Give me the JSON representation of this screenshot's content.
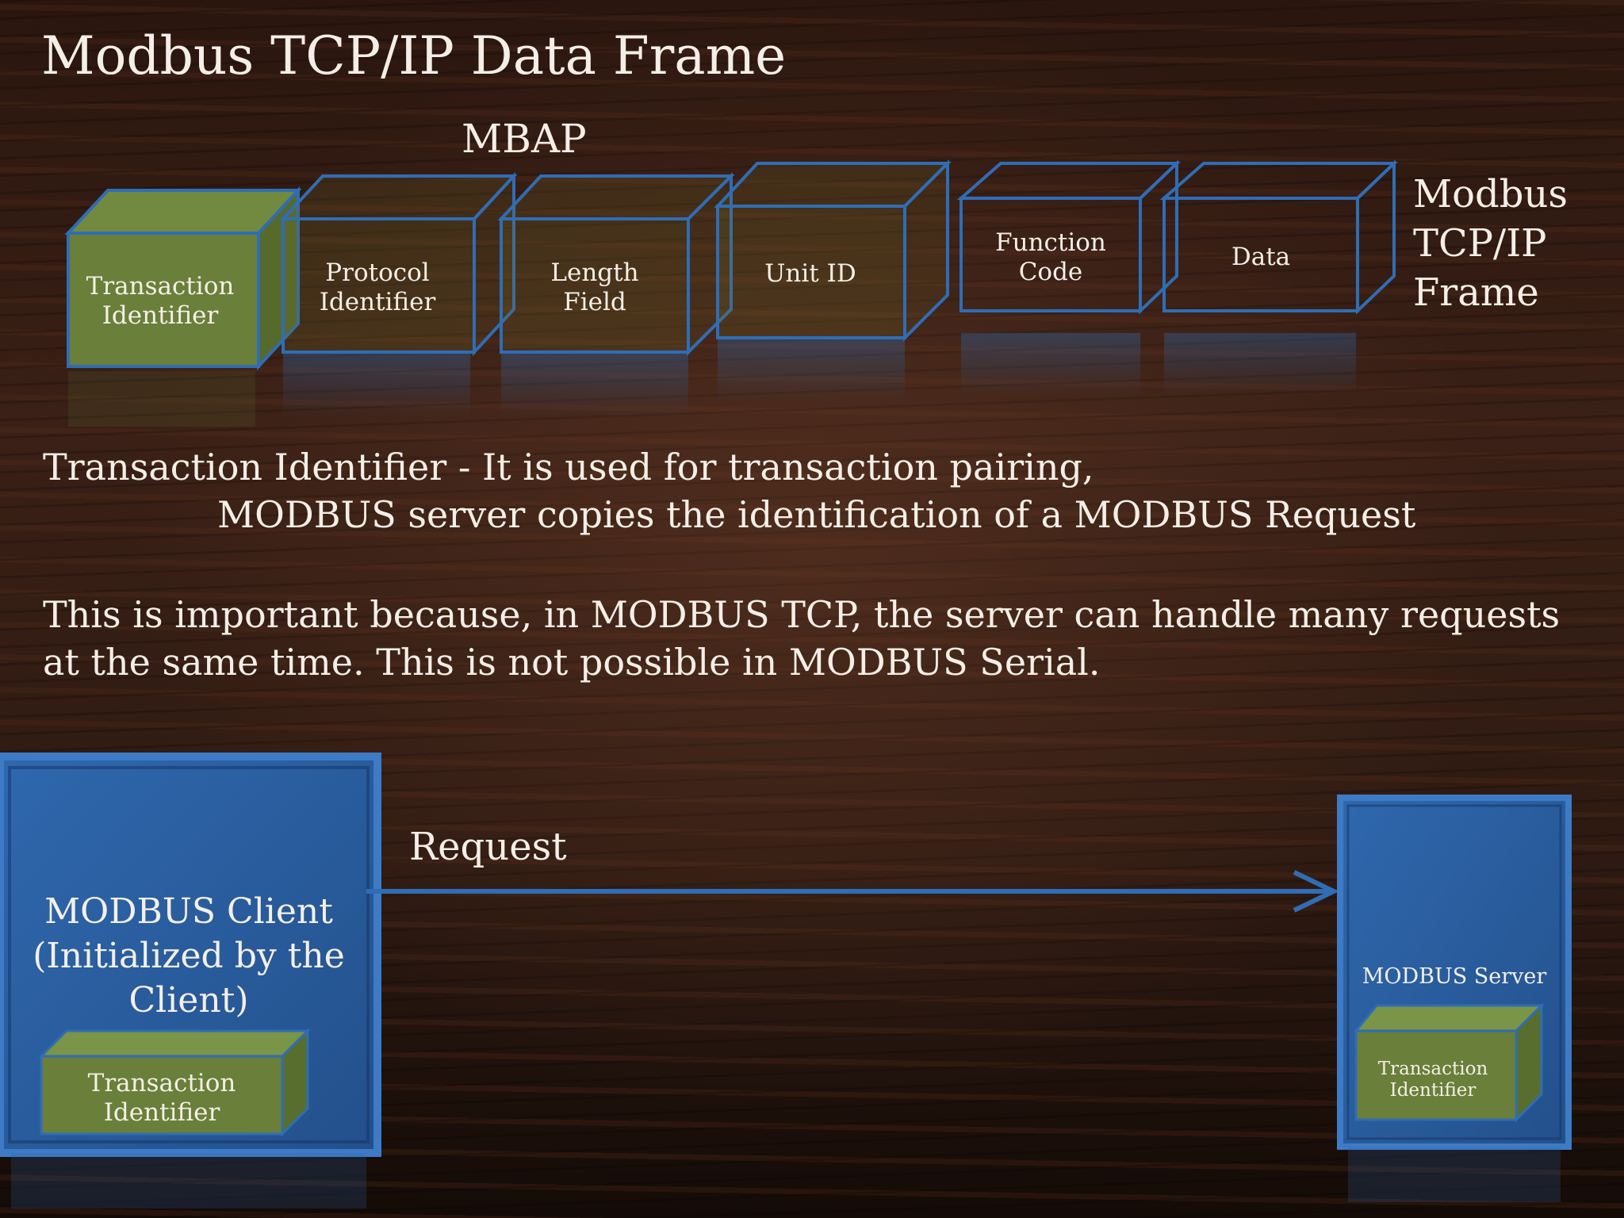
{
  "title": "Modbus TCP/IP Data Frame",
  "mbap_label": "MBAP",
  "frame_label": [
    "Modbus",
    "TCP/IP",
    "Frame"
  ],
  "frame_boxes": [
    {
      "lines": [
        "Transaction",
        "Identifier"
      ],
      "highlighted": true
    },
    {
      "lines": [
        "Protocol",
        "Identifier"
      ],
      "highlighted": false
    },
    {
      "lines": [
        "Length",
        "Field"
      ],
      "highlighted": false
    },
    {
      "lines": [
        "Unit ID"
      ],
      "highlighted": false
    },
    {
      "lines": [
        "Function",
        "Code"
      ],
      "highlighted": false
    },
    {
      "lines": [
        "Data"
      ],
      "highlighted": false
    }
  ],
  "description": {
    "line1": "Transaction Identifier - It is used for transaction pairing,",
    "line2": "MODBUS server  copies the identification of a MODBUS Request",
    "line3": "This is important because, in MODBUS TCP, the server can handle many requests",
    "line4": "at the same time. This is not possible in MODBUS Serial."
  },
  "flow": {
    "client_label": [
      "MODBUS Client",
      "(Initialized by the",
      "Client)"
    ],
    "client_box": [
      "Transaction",
      "Identifier"
    ],
    "server_label": "MODBUS Server",
    "server_box": [
      "Transaction",
      "Identifier"
    ],
    "arrow_label": "Request"
  },
  "colors": {
    "outline_blue": "#2f6db5",
    "green_face": "#6a7f3a",
    "panel_blue": "#2d63a8"
  }
}
